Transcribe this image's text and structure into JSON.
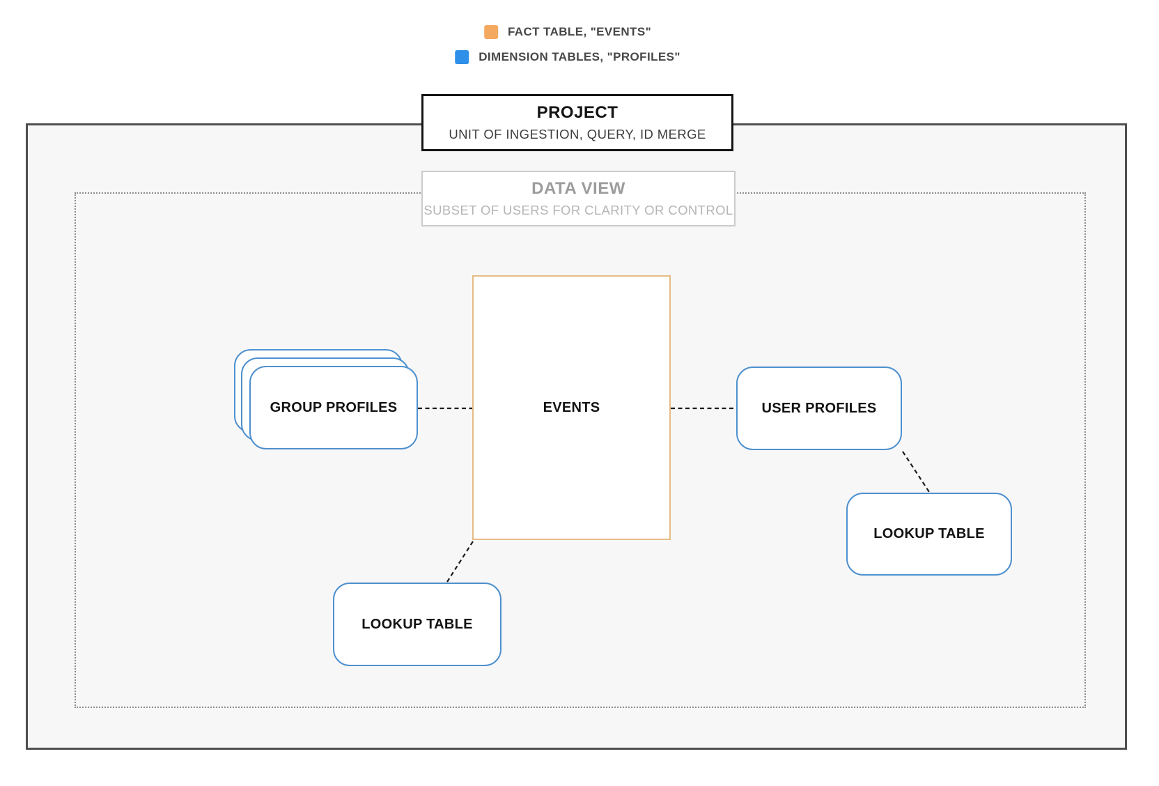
{
  "legend": {
    "items": [
      {
        "id": "fact",
        "label": "FACT TABLE, \"EVENTS\"",
        "color": "#F5A960"
      },
      {
        "id": "dimension",
        "label": "DIMENSION TABLES, \"PROFILES\"",
        "color": "#2E90E8"
      }
    ]
  },
  "project": {
    "title": "PROJECT",
    "subtitle": "UNIT OF INGESTION, QUERY, ID MERGE"
  },
  "data_view": {
    "title": "DATA VIEW",
    "subtitle": "SUBSET OF USERS FOR CLARITY OR CONTROL"
  },
  "nodes": {
    "group_profiles": {
      "label": "GROUP PROFILES",
      "type": "dimension"
    },
    "events": {
      "label": "EVENTS",
      "type": "fact"
    },
    "user_profiles": {
      "label": "USER PROFILES",
      "type": "dimension"
    },
    "lookup_table_left": {
      "label": "LOOKUP TABLE",
      "type": "dimension"
    },
    "lookup_table_right": {
      "label": "LOOKUP TABLE",
      "type": "dimension"
    }
  },
  "colors": {
    "fact_accent": "#F5A960",
    "fact_border": "#E5BC85",
    "dimension_accent": "#2E90E8",
    "dimension_border": "#4E90CE",
    "connector": "#1c1c1c",
    "outer_border": "#4F4F4F",
    "canvas_fill": "#F7F7F8"
  }
}
